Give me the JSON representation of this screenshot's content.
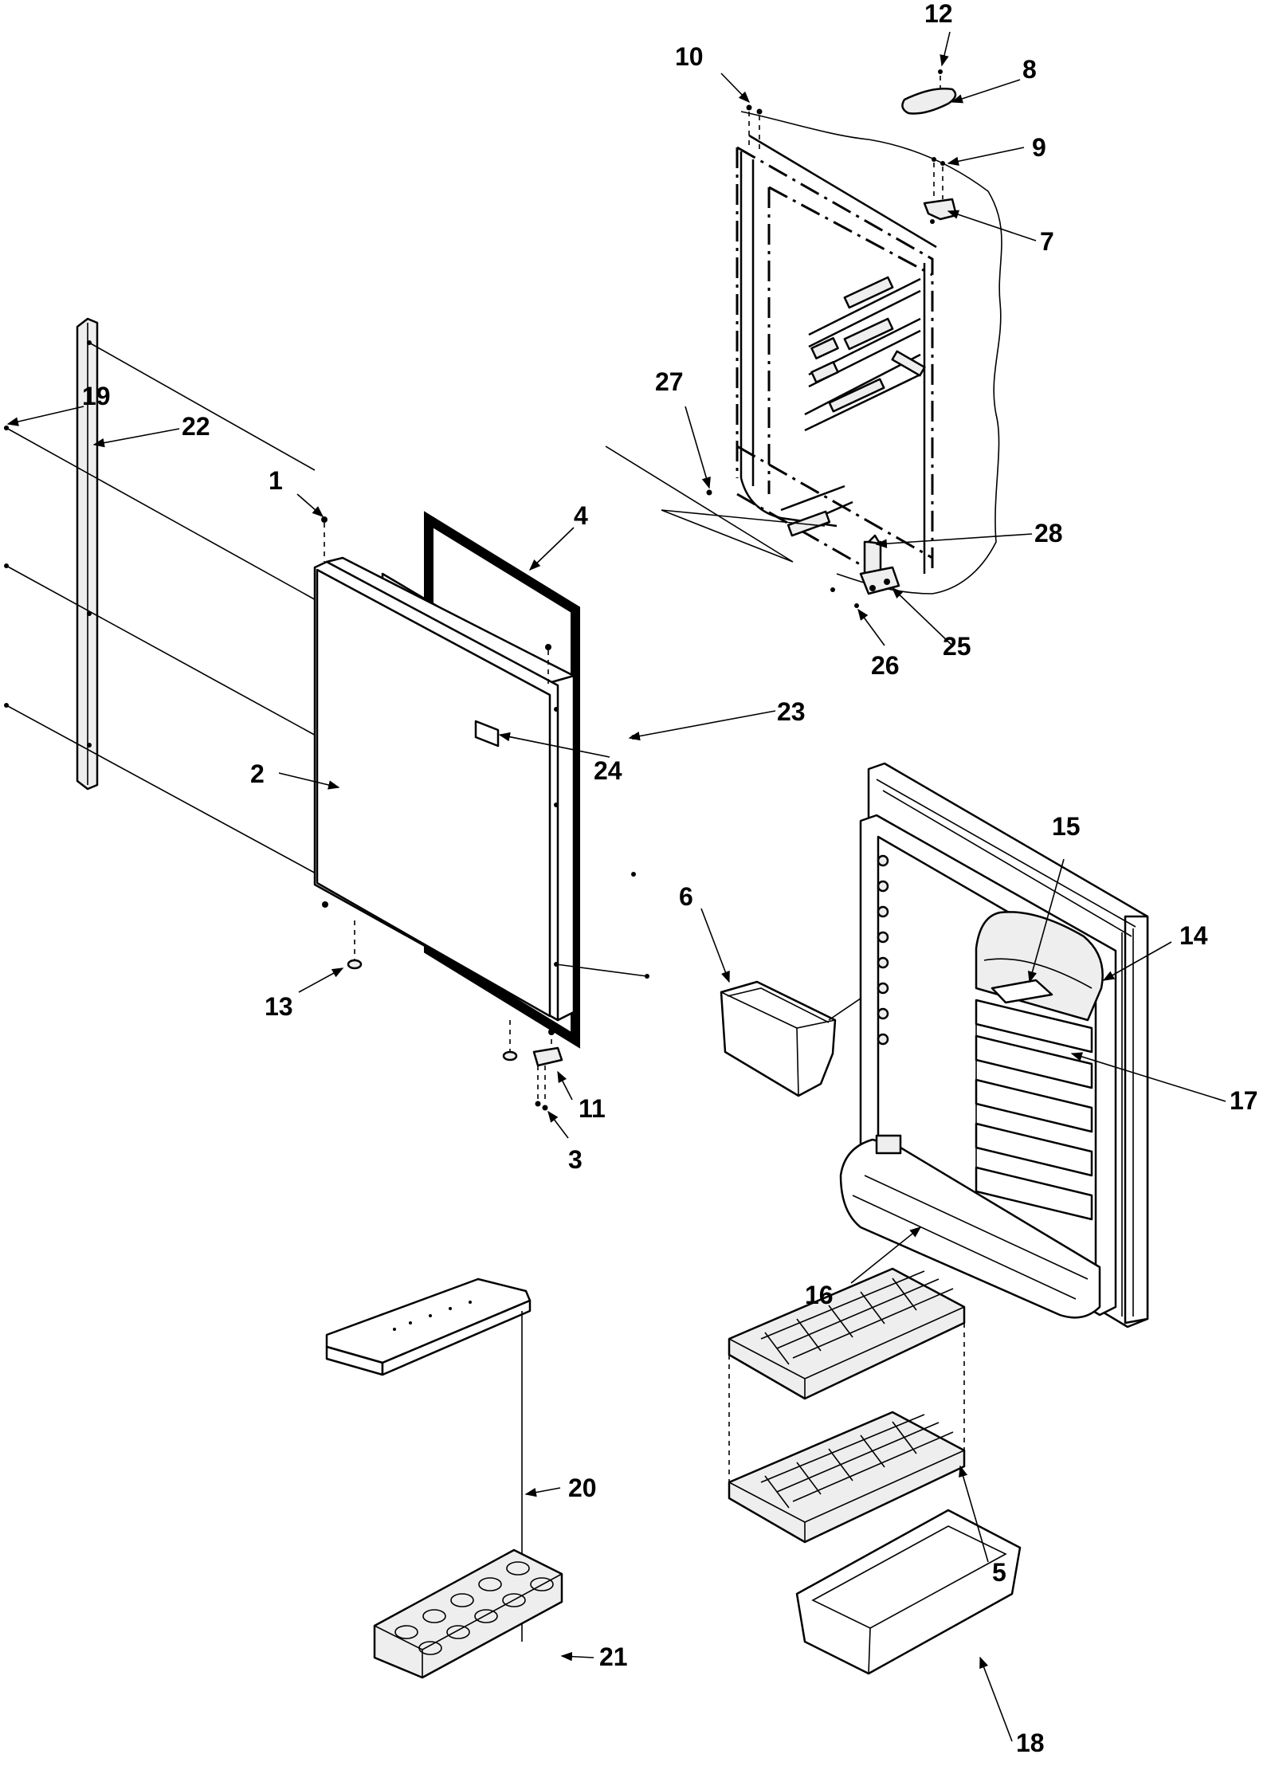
{
  "diagram": {
    "callouts": [
      "1",
      "2",
      "3",
      "4",
      "5",
      "6",
      "7",
      "8",
      "9",
      "10",
      "11",
      "12",
      "13",
      "14",
      "15",
      "16",
      "17",
      "18",
      "19",
      "20",
      "21",
      "22",
      "23",
      "24",
      "25",
      "26",
      "27",
      "28"
    ]
  }
}
